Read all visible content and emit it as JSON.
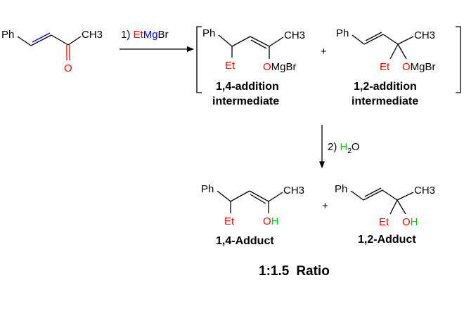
{
  "colors": {
    "black": "#000000",
    "carbon_label": "#000000",
    "oxygen": "#ff0000",
    "ethyl": "#ff0000",
    "magnesium_bromide": "#0000ff",
    "hydrogen": "#00cc00",
    "reagent_mg": "#0000ff"
  },
  "reactant": {
    "ph": "Ph",
    "ch3": "CH3",
    "o": "O"
  },
  "step1": {
    "prefix": "1) ",
    "et": "Et",
    "mg": "Mg",
    "br": "Br"
  },
  "intermediate_14": {
    "ph": "Ph",
    "ch3": "CH3",
    "et": "Et",
    "o": "O",
    "mgbr": "MgBr",
    "label_line1": "1,4-addition",
    "label_line2": "intermediate"
  },
  "intermediate_12": {
    "ph": "Ph",
    "ch3": "CH3",
    "et": "Et",
    "o": "O",
    "mgbr": "MgBr",
    "label_line1": "1,2-addition",
    "label_line2": "intermediate"
  },
  "plus_1": "+",
  "step2": {
    "prefix": "2) ",
    "h": "H",
    "sub2": "2",
    "o": "O"
  },
  "product_14": {
    "ph": "Ph",
    "ch3": "CH3",
    "et": "Et",
    "o": "O",
    "h": "H",
    "label": "1,4-Adduct"
  },
  "product_12": {
    "ph": "Ph",
    "ch3": "CH3",
    "et": "Et",
    "o": "O",
    "h": "H",
    "label": "1,2-Adduct"
  },
  "plus_2": "+",
  "ratio": {
    "value": "1:1.5",
    "word": "Ratio"
  }
}
